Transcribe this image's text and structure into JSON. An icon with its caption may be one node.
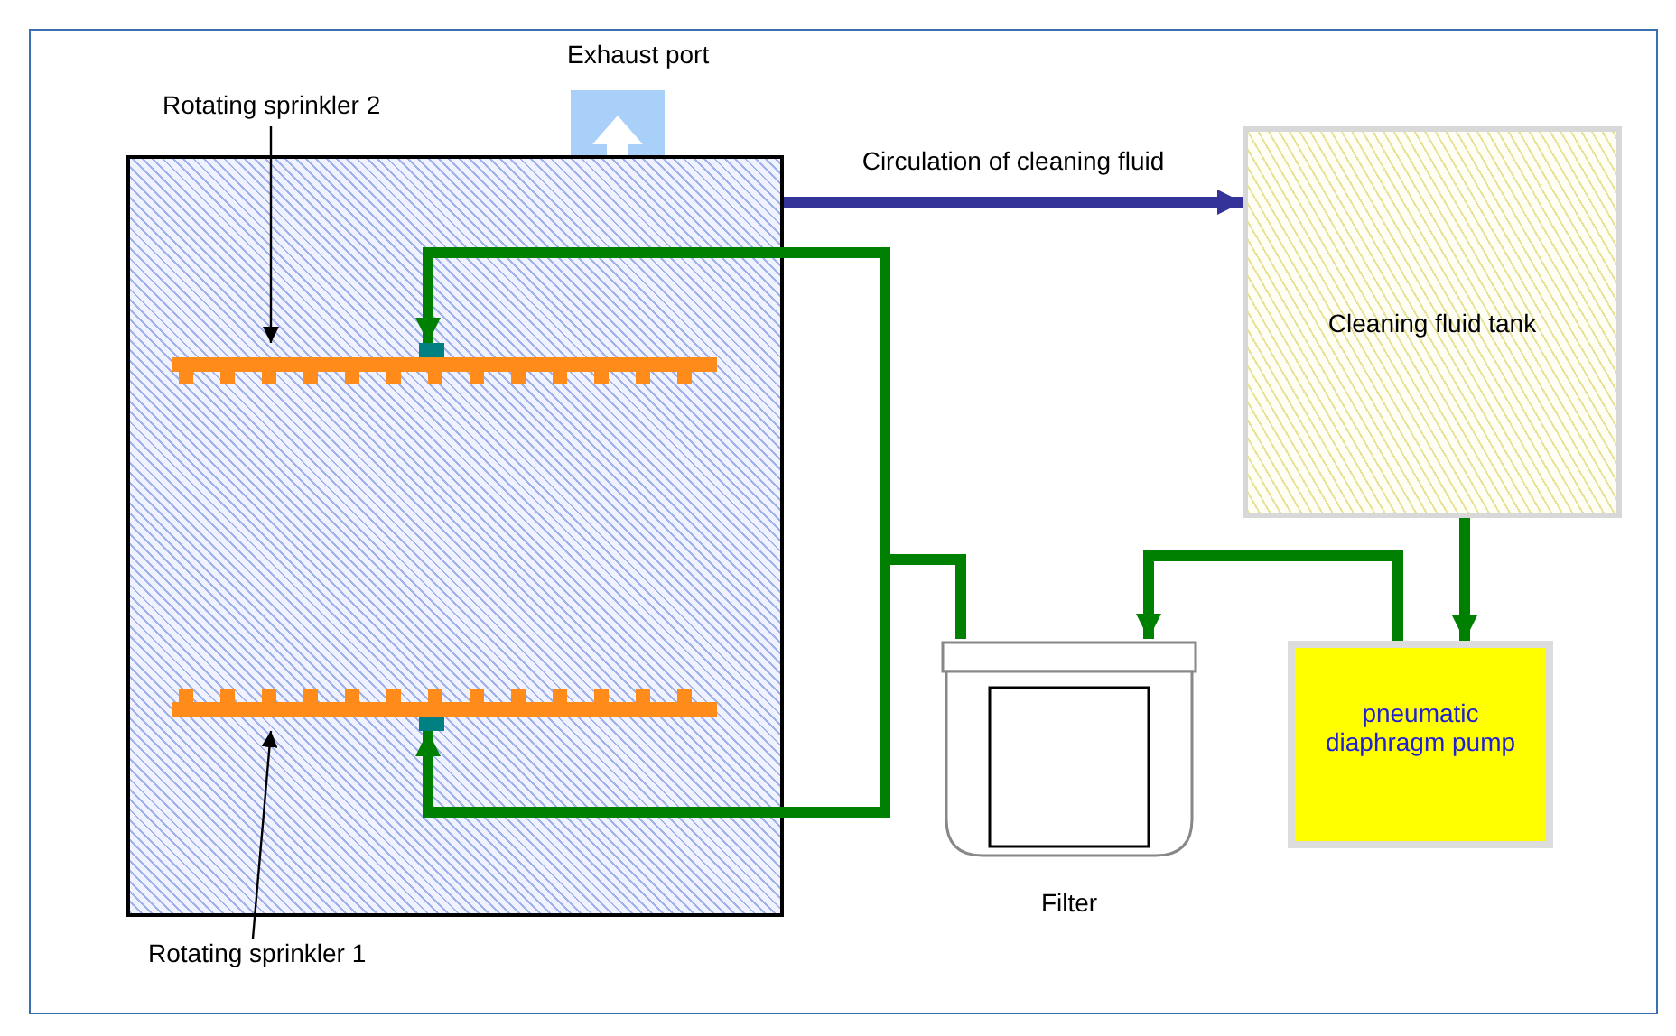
{
  "diagram": {
    "nodes": [
      {
        "text": [
          "Exhaust port"
        ]
      },
      {
        "text": [
          "Rotating sprinkler 2"
        ]
      },
      {
        "text": [],
        "shape": "box"
      },
      {
        "text": [],
        "shape": "bar",
        "in": 2
      },
      {
        "text": [],
        "shape": "bar",
        "in": 2
      },
      {
        "text": [
          "Rotating sprinkler 1"
        ]
      },
      {
        "text": [
          "Cleaning fluid tank"
        ]
      },
      {
        "text": [
          "Filter"
        ]
      },
      {
        "text": [
          "pneumatic diaphragm pump"
        ]
      }
    ],
    "edges": [
      {
        "from": 1,
        "to": 3,
        "arrow": "to",
        "color": "#000000"
      },
      {
        "from": 5,
        "to": 4,
        "arrow": "to",
        "color": "#000000"
      },
      {
        "from": 2,
        "to": 6,
        "arrow": "to",
        "label": "Circulation of cleaning fluid",
        "color": "#333399"
      },
      {
        "from": 6,
        "to": 8,
        "arrow": "to"
      },
      {
        "from": 8,
        "to": 7,
        "arrow": "to"
      },
      {
        "from": 7,
        "to": 3,
        "arrow": "to"
      },
      {
        "from": 7,
        "to": 4,
        "arrow": "to"
      }
    ]
  }
}
